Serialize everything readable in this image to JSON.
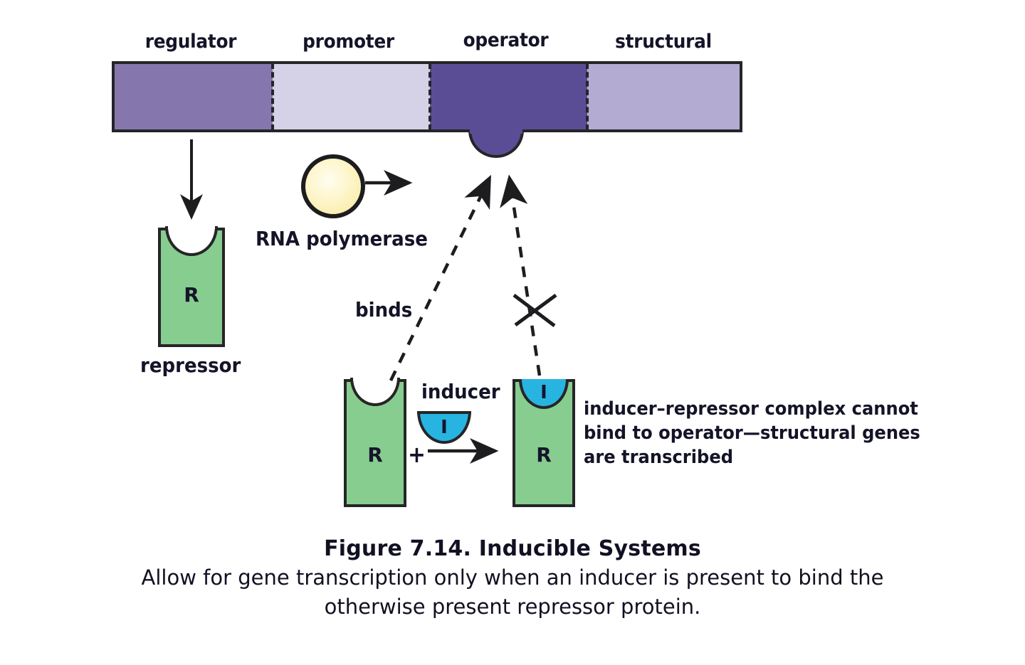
{
  "figure": {
    "caption_title": "Figure 7.14.  Inducible Systems",
    "caption_line1": "Allow for gene transcription only when an inducer is present to bind the",
    "caption_line2": "otherwise present repressor protein."
  },
  "gene_bar": {
    "segments": [
      {
        "id": "regulator",
        "label": "regulator",
        "color": "#8577ae"
      },
      {
        "id": "promoter",
        "label": "promoter",
        "color": "#d5d1e6"
      },
      {
        "id": "operator",
        "label": "operator",
        "color": "#5b4d95"
      },
      {
        "id": "structural",
        "label": "structural",
        "color": "#b3abd2"
      }
    ],
    "outline_color": "#252528"
  },
  "rna_polymerase": {
    "label": "RNA polymerase",
    "fill_color": "#fdf4c4",
    "outline_color": "#1d1d20"
  },
  "repressor": {
    "label": "repressor",
    "letter": "R",
    "color": "#88cd90"
  },
  "inducer": {
    "label": "inducer",
    "letter": "I",
    "color": "#28b4e0"
  },
  "complex": {
    "letter": "R",
    "inducer_letter": "I"
  },
  "reaction": {
    "plus_sign": "+"
  },
  "annotations": {
    "binds": "binds",
    "note_line1": "inducer–repressor complex cannot",
    "note_line2": "bind to operator—structural genes",
    "note_line3": "are transcribed"
  }
}
